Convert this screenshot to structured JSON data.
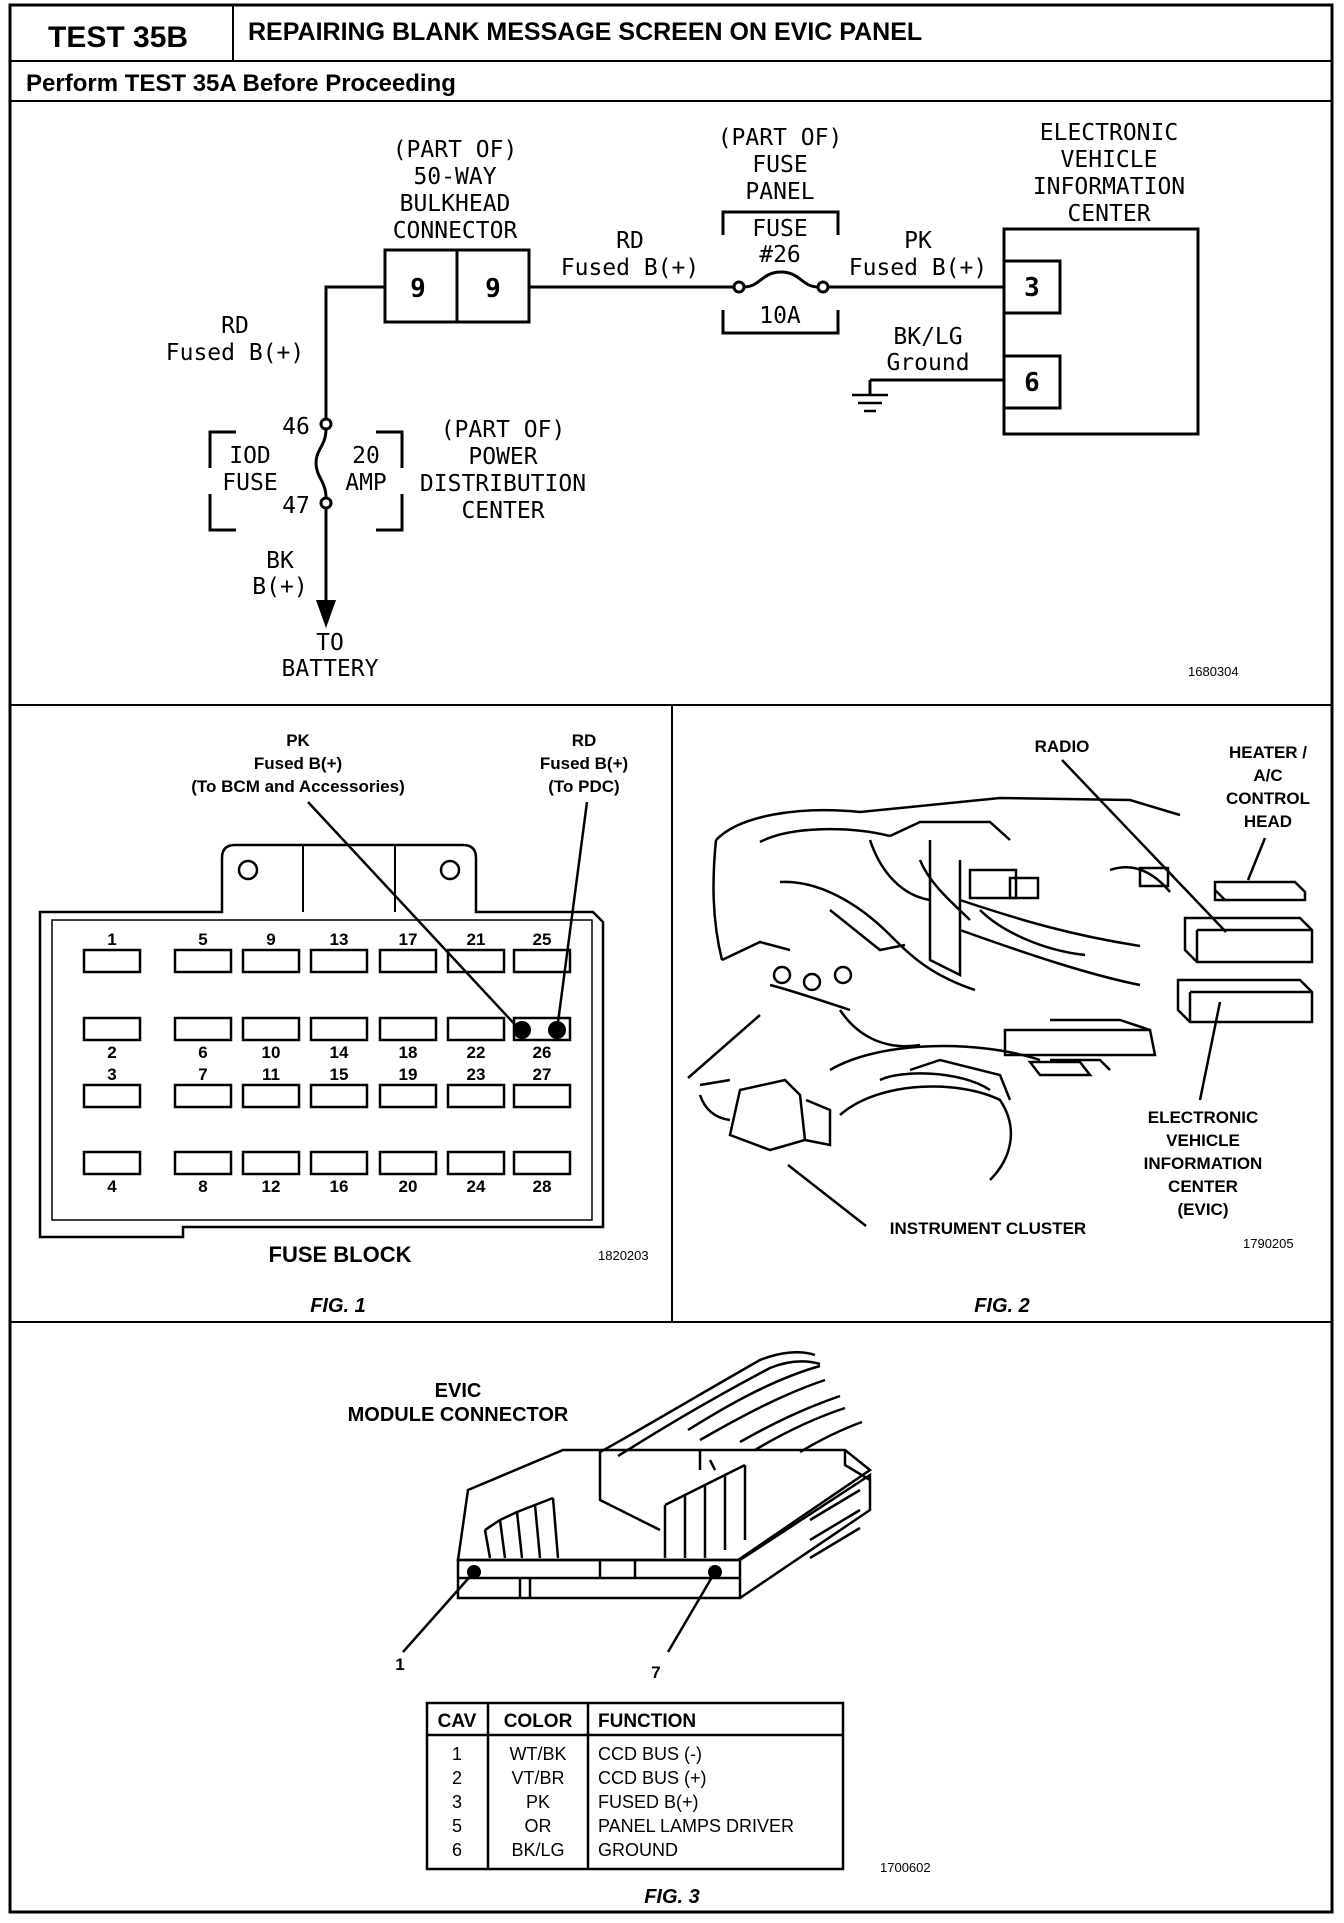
{
  "header": {
    "test_id": "TEST 35B",
    "title": "REPAIRING BLANK MESSAGE SCREEN ON EVIC PANEL",
    "subtitle": "Perform TEST 35A Before Proceeding"
  },
  "schematic": {
    "bulkhead_lines": [
      "(PART OF)",
      "50-WAY",
      "BULKHEAD",
      "CONNECTOR"
    ],
    "bulkhead_pin_left": "9",
    "bulkhead_pin_right": "9",
    "wire_rd_top_color": "RD",
    "wire_rd_top_label": "Fused B(+)",
    "fuse_panel_lines": [
      "(PART OF)",
      "FUSE",
      "PANEL"
    ],
    "fuse_lines": [
      "FUSE",
      "#26"
    ],
    "fuse_rating": "10A",
    "wire_pk_color": "PK",
    "wire_pk_label": "Fused B(+)",
    "evic_lines": [
      "ELECTRONIC",
      "VEHICLE",
      "INFORMATION",
      "CENTER"
    ],
    "evic_pin_3": "3",
    "evic_pin_6": "6",
    "ground_wire_color": "BK/LG",
    "ground_wire_label": "Ground",
    "wire_rd_left_color": "RD",
    "wire_rd_left_label": "Fused B(+)",
    "iod_pin_top": "46",
    "iod_pin_bottom": "47",
    "iod_label_1": "IOD",
    "iod_label_2": "FUSE",
    "iod_amp_1": "20",
    "iod_amp_2": "AMP",
    "pdc_lines": [
      "(PART OF)",
      "POWER",
      "DISTRIBUTION",
      "CENTER"
    ],
    "battery_wire_color": "BK",
    "battery_wire_label": "B(+)",
    "battery_lines": [
      "TO",
      "BATTERY"
    ],
    "figure_code": "1680304"
  },
  "fig1": {
    "pk_callout": [
      "PK",
      "Fused B(+)",
      "(To BCM and Accessories)"
    ],
    "rd_callout": [
      "RD",
      "Fused B(+)",
      "(To PDC)"
    ],
    "row1_numbers": [
      "1",
      "5",
      "9",
      "13",
      "17",
      "21",
      "25"
    ],
    "row2_numbers": [
      "2",
      "6",
      "10",
      "14",
      "18",
      "22",
      "26"
    ],
    "row3_numbers": [
      "3",
      "7",
      "11",
      "15",
      "19",
      "23",
      "27"
    ],
    "row4_numbers": [
      "4",
      "8",
      "12",
      "16",
      "20",
      "24",
      "28"
    ],
    "block_label": "FUSE BLOCK",
    "figure_code": "1820203",
    "caption": "FIG. 1"
  },
  "fig2": {
    "radio_label": "RADIO",
    "hvac_lines": [
      "HEATER /",
      "A/C",
      "CONTROL",
      "HEAD"
    ],
    "evic_lines": [
      "ELECTRONIC",
      "VEHICLE",
      "INFORMATION",
      "CENTER",
      "(EVIC)"
    ],
    "cluster_label": "INSTRUMENT CLUSTER",
    "figure_code": "1790205",
    "caption": "FIG. 2"
  },
  "fig3": {
    "connector_lines": [
      "EVIC",
      "MODULE CONNECTOR"
    ],
    "pin_label_1": "1",
    "pin_label_7": "7",
    "table": {
      "headers": [
        "CAV",
        "COLOR",
        "FUNCTION"
      ],
      "rows": [
        [
          "1",
          "WT/BK",
          "CCD BUS (-)"
        ],
        [
          "2",
          "VT/BR",
          "CCD BUS (+)"
        ],
        [
          "3",
          "PK",
          "FUSED B(+)"
        ],
        [
          "5",
          "OR",
          "PANEL LAMPS DRIVER"
        ],
        [
          "6",
          "BK/LG",
          "GROUND"
        ]
      ]
    },
    "figure_code": "1700602",
    "caption": "FIG. 3"
  }
}
